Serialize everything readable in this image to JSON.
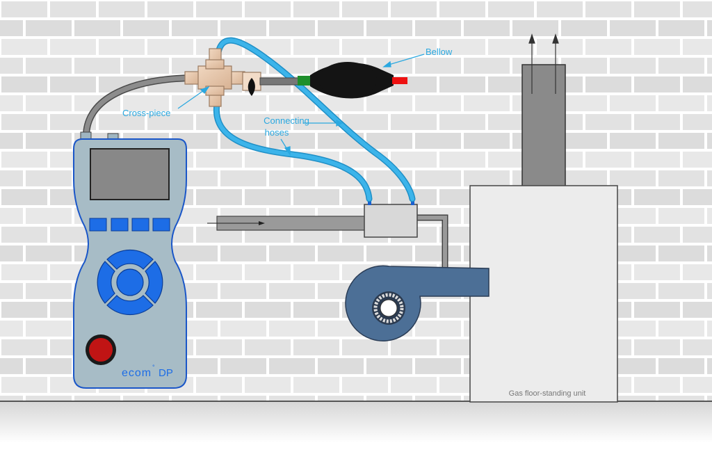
{
  "labels": {
    "bellow": "Bellow",
    "cross_piece": "Cross-piece",
    "connecting_hoses_line1": "Connecting",
    "connecting_hoses_line2": "hoses",
    "unit": "Gas floor-standing unit"
  },
  "device": {
    "brand": "ecom",
    "brand_mark": "°",
    "model": "DP"
  },
  "colors": {
    "label_blue": "#2aa8e0",
    "hose_blue": "#3cb4ea",
    "device_body": "#a7bcc6",
    "device_border": "#1a56c8",
    "device_keys": "#1d6de6",
    "fan": "#4c6f96",
    "power_button": "#c01414"
  }
}
